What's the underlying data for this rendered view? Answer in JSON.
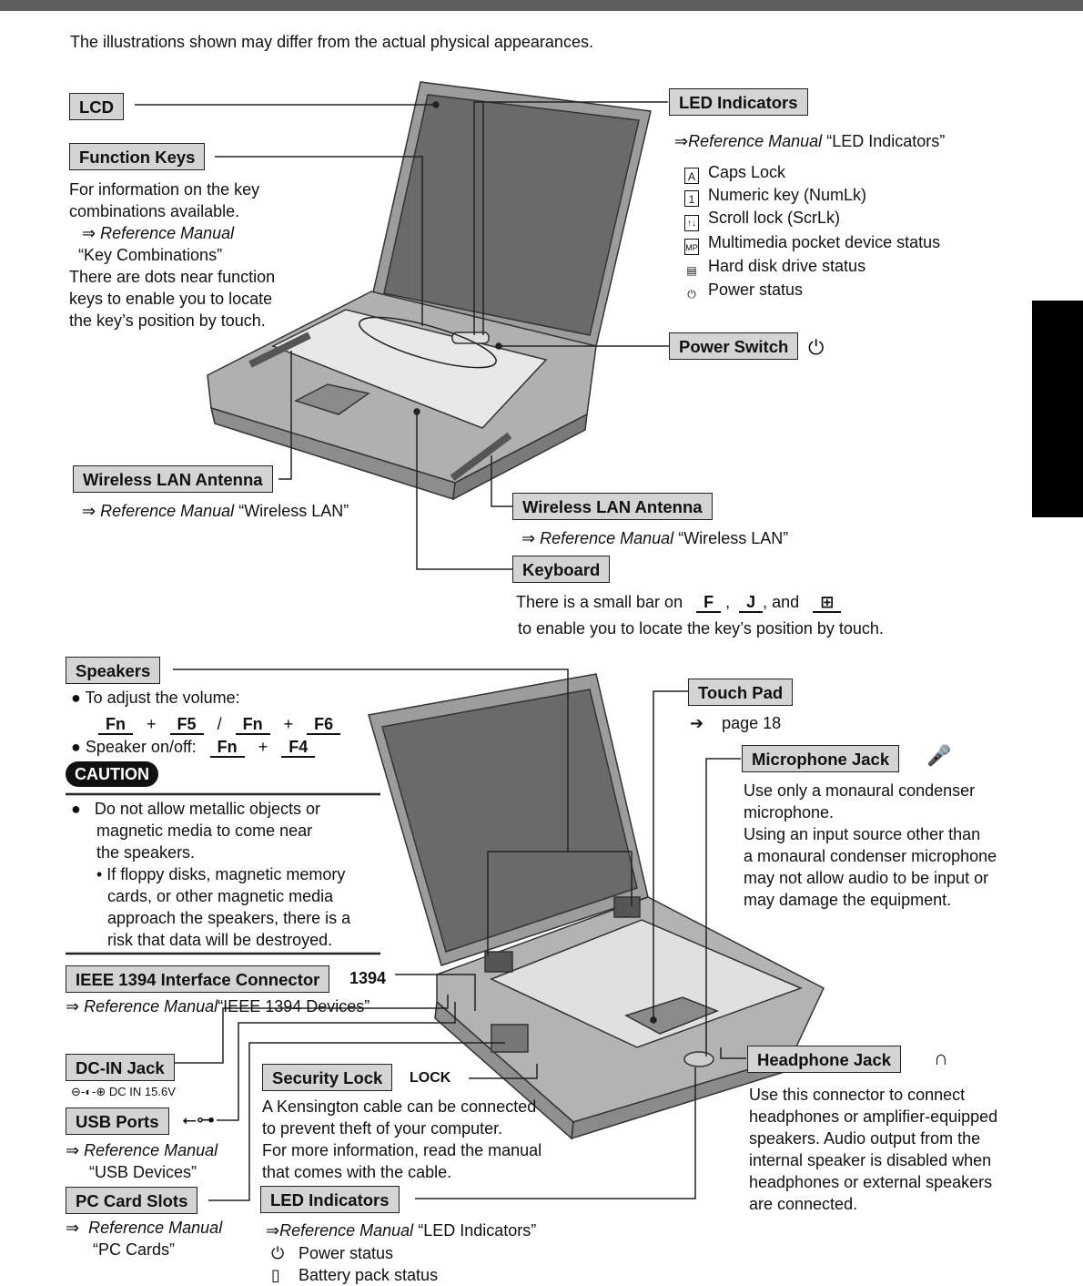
{
  "header_note": "The illustrations shown may differ from the actual physical appearances.",
  "top": {
    "lcd": "LCD",
    "function_keys": {
      "label": "Function Keys",
      "desc1": "For information on the key",
      "desc2": "combinations available.",
      "ref": "Reference Manual",
      "ref_topic": "“Key Combinations”",
      "desc3": "There are dots near function",
      "desc4": "keys to enable you to locate",
      "desc5": "the key’s position by touch."
    },
    "led_indicators": {
      "label": "LED Indicators",
      "ref": "Reference Manual",
      "ref_topic": "“LED Indicators”",
      "items": [
        {
          "glyph": "A",
          "text": "Caps Lock"
        },
        {
          "glyph": "1",
          "text": "Numeric key (NumLk)"
        },
        {
          "glyph": "↑↓",
          "text": "Scroll lock (ScrLk)"
        },
        {
          "glyph": "MP",
          "text": "Multimedia pocket device status"
        },
        {
          "glyph": "▤",
          "text": "Hard disk drive status"
        },
        {
          "glyph": "⏻",
          "text": "Power status"
        }
      ]
    },
    "power_switch": "Power Switch",
    "wireless_left": {
      "label": "Wireless LAN Antenna",
      "ref": "Reference Manual",
      "topic": "“Wireless LAN”"
    },
    "wireless_right": {
      "label": "Wireless LAN Antenna",
      "ref": "Reference Manual",
      "topic": "“Wireless LAN”"
    },
    "keyboard": {
      "label": "Keyboard",
      "line1_a": "There is a small bar on",
      "key_f": "F",
      "comma": ",",
      "key_j": "J",
      "and": ", and",
      "line2": "to enable you to locate the key’s position by touch."
    }
  },
  "bottom": {
    "speakers": {
      "label": "Speakers",
      "volume": "To adjust the volume:",
      "k1": "Fn",
      "k2": "F5",
      "k3": "Fn",
      "k4": "F6",
      "plus": "+",
      "slash": "/",
      "onoff": "Speaker on/off:",
      "k5": "Fn",
      "k6": "F4"
    },
    "caution": {
      "title": "CAUTION",
      "l1": "Do not allow metallic objects or",
      "l2": "magnetic media to come near",
      "l3": "the speakers.",
      "l4": "• If floppy disks, magnetic memory",
      "l5": "cards, or other magnetic media",
      "l6": "approach the speakers, there is a",
      "l7": "risk that data will be destroyed."
    },
    "ieee": {
      "label": "IEEE 1394 Interface Connector",
      "tag": "1394",
      "ref": "Reference Manual",
      "topic": "“IEEE 1394 Devices”"
    },
    "dcin": {
      "label": "DC-IN Jack",
      "spec": "DC IN 15.6V"
    },
    "usb": {
      "label": "USB Ports",
      "ref": "Reference Manual",
      "topic": "“USB Devices”"
    },
    "pccard": {
      "label": "PC Card Slots",
      "ref": "Reference Manual",
      "topic": "“PC Cards”"
    },
    "security": {
      "label": "Security Lock",
      "tag": "LOCK",
      "l1": "A Kensington cable can be connected",
      "l2": "to prevent theft of your computer.",
      "l3": "For more information, read the manual",
      "l4": "that comes with the cable."
    },
    "led": {
      "label": "LED Indicators",
      "ref": "Reference Manual",
      "topic": "“LED Indicators”",
      "i1": "Power status",
      "i2": "Battery pack status"
    },
    "touchpad": {
      "label": "Touch Pad",
      "page_word": "page",
      "page_num": "18"
    },
    "mic": {
      "label": "Microphone Jack",
      "l1": "Use only a monaural condenser",
      "l2": "microphone.",
      "l3": "Using an input source other than",
      "l4": "a monaural condenser microphone",
      "l5": "may not allow audio to be input or",
      "l6": "may damage the equipment."
    },
    "headphone": {
      "label": "Headphone Jack",
      "l1": "Use this connector to connect",
      "l2": "headphones or amplifier-equipped",
      "l3": "speakers.  Audio output from the",
      "l4": "internal speaker is disabled when",
      "l5": "headphones or external speakers",
      "l6": "are connected."
    }
  }
}
